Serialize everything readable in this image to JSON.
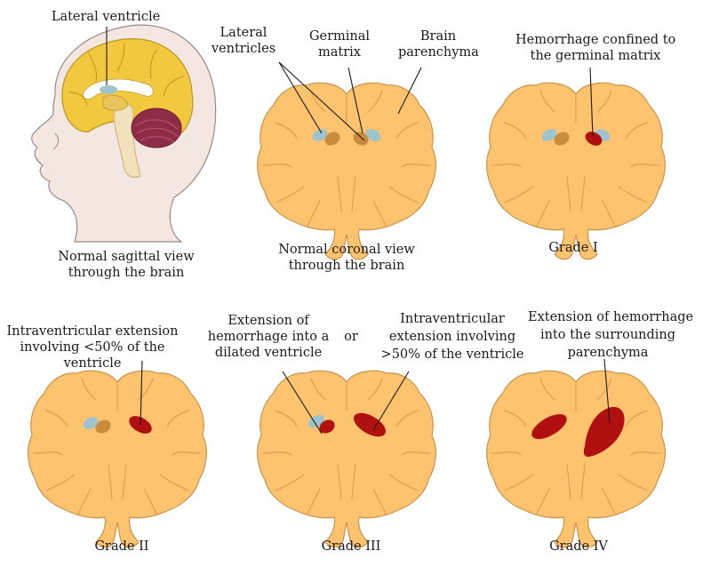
{
  "labels": {
    "lateral_ventricle": "Lateral ventricle",
    "lateral_ventricles_1": "Lateral",
    "lateral_ventricles_2": "ventricles",
    "germinal_matrix_1": "Germinal",
    "germinal_matrix_2": "matrix",
    "brain_parenchyma_1": "Brain",
    "brain_parenchyma_2": "parenchyma",
    "hemorrhage_confined_1": "Hemorrhage confined to",
    "hemorrhage_confined_2": "the germinal matrix",
    "sagittal_caption_1": "Normal sagittal view",
    "sagittal_caption_2": "through the brain",
    "coronal_caption_1": "Normal coronal view",
    "coronal_caption_2": "through the brain",
    "grade_1": "Grade I",
    "grade2_desc_1": "Intraventricular extension",
    "grade2_desc_2": "involving <50% of the",
    "grade2_desc_3": "ventricle",
    "grade3a_desc_1": "Extension of",
    "grade3a_desc_2": "hemorrhage into a",
    "grade3a_desc_3": "dilated ventricle",
    "or": "or",
    "grade3b_desc_1": "Intraventricular",
    "grade3b_desc_2": "extension involving",
    "grade3b_desc_3": ">50% of the ventricle",
    "grade4_desc_1": "Extension of hemorrhage",
    "grade4_desc_2": "into the surrounding",
    "grade4_desc_3": "parenchyma",
    "grade_2": "Grade II",
    "grade_3": "Grade III",
    "grade_4": "Grade IV"
  },
  "colors": {
    "brain": "#FDC36E",
    "brain_outline": "#C8934A",
    "ventricle": "#9DC3CF",
    "germinal": "#C98B3C",
    "hemorrhage": "#B01010",
    "head_skin": "#F4E6E1",
    "head_outline": "#9A8A86",
    "cerebellum": "#8E2D47"
  }
}
